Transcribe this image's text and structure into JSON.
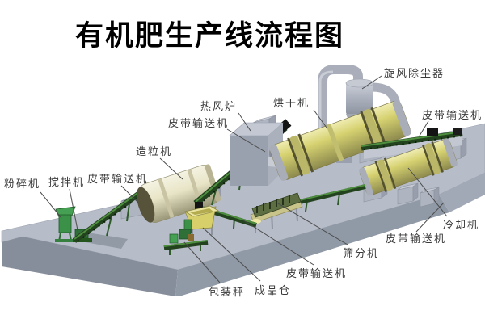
{
  "title": "有机肥生产线流程图",
  "labels": {
    "crusher": "粉碎机",
    "mixer": "搅拌机",
    "belt_conveyor_1": "皮带输送机",
    "granulator": "造粒机",
    "belt_conveyor_2": "皮带输送机",
    "hot_air_furnace": "热风炉",
    "dryer": "烘干机",
    "cyclone_dust_collector": "旋风除尘器",
    "belt_conveyor_3": "皮带输送机",
    "cooler": "冷却机",
    "belt_conveyor_4": "皮带输送机",
    "screener": "筛分机",
    "belt_conveyor_5": "皮带输送机",
    "product_bin": "成品仓",
    "packing_scale": "包装秤"
  },
  "colors": {
    "platform_top": "#b6bcc8",
    "platform_front_left": "#878e9b",
    "platform_front_right": "#9099a6",
    "platform_side": "#a2a9b6",
    "drum_yellow": "#d6d271",
    "granulator_cream": "#e7e4c6",
    "machine_green": "#3c9148",
    "conveyor_green": "#23431f",
    "steel_gray": "#aab0bc",
    "label_text": "#3a3a3a",
    "title_text": "#000000"
  }
}
